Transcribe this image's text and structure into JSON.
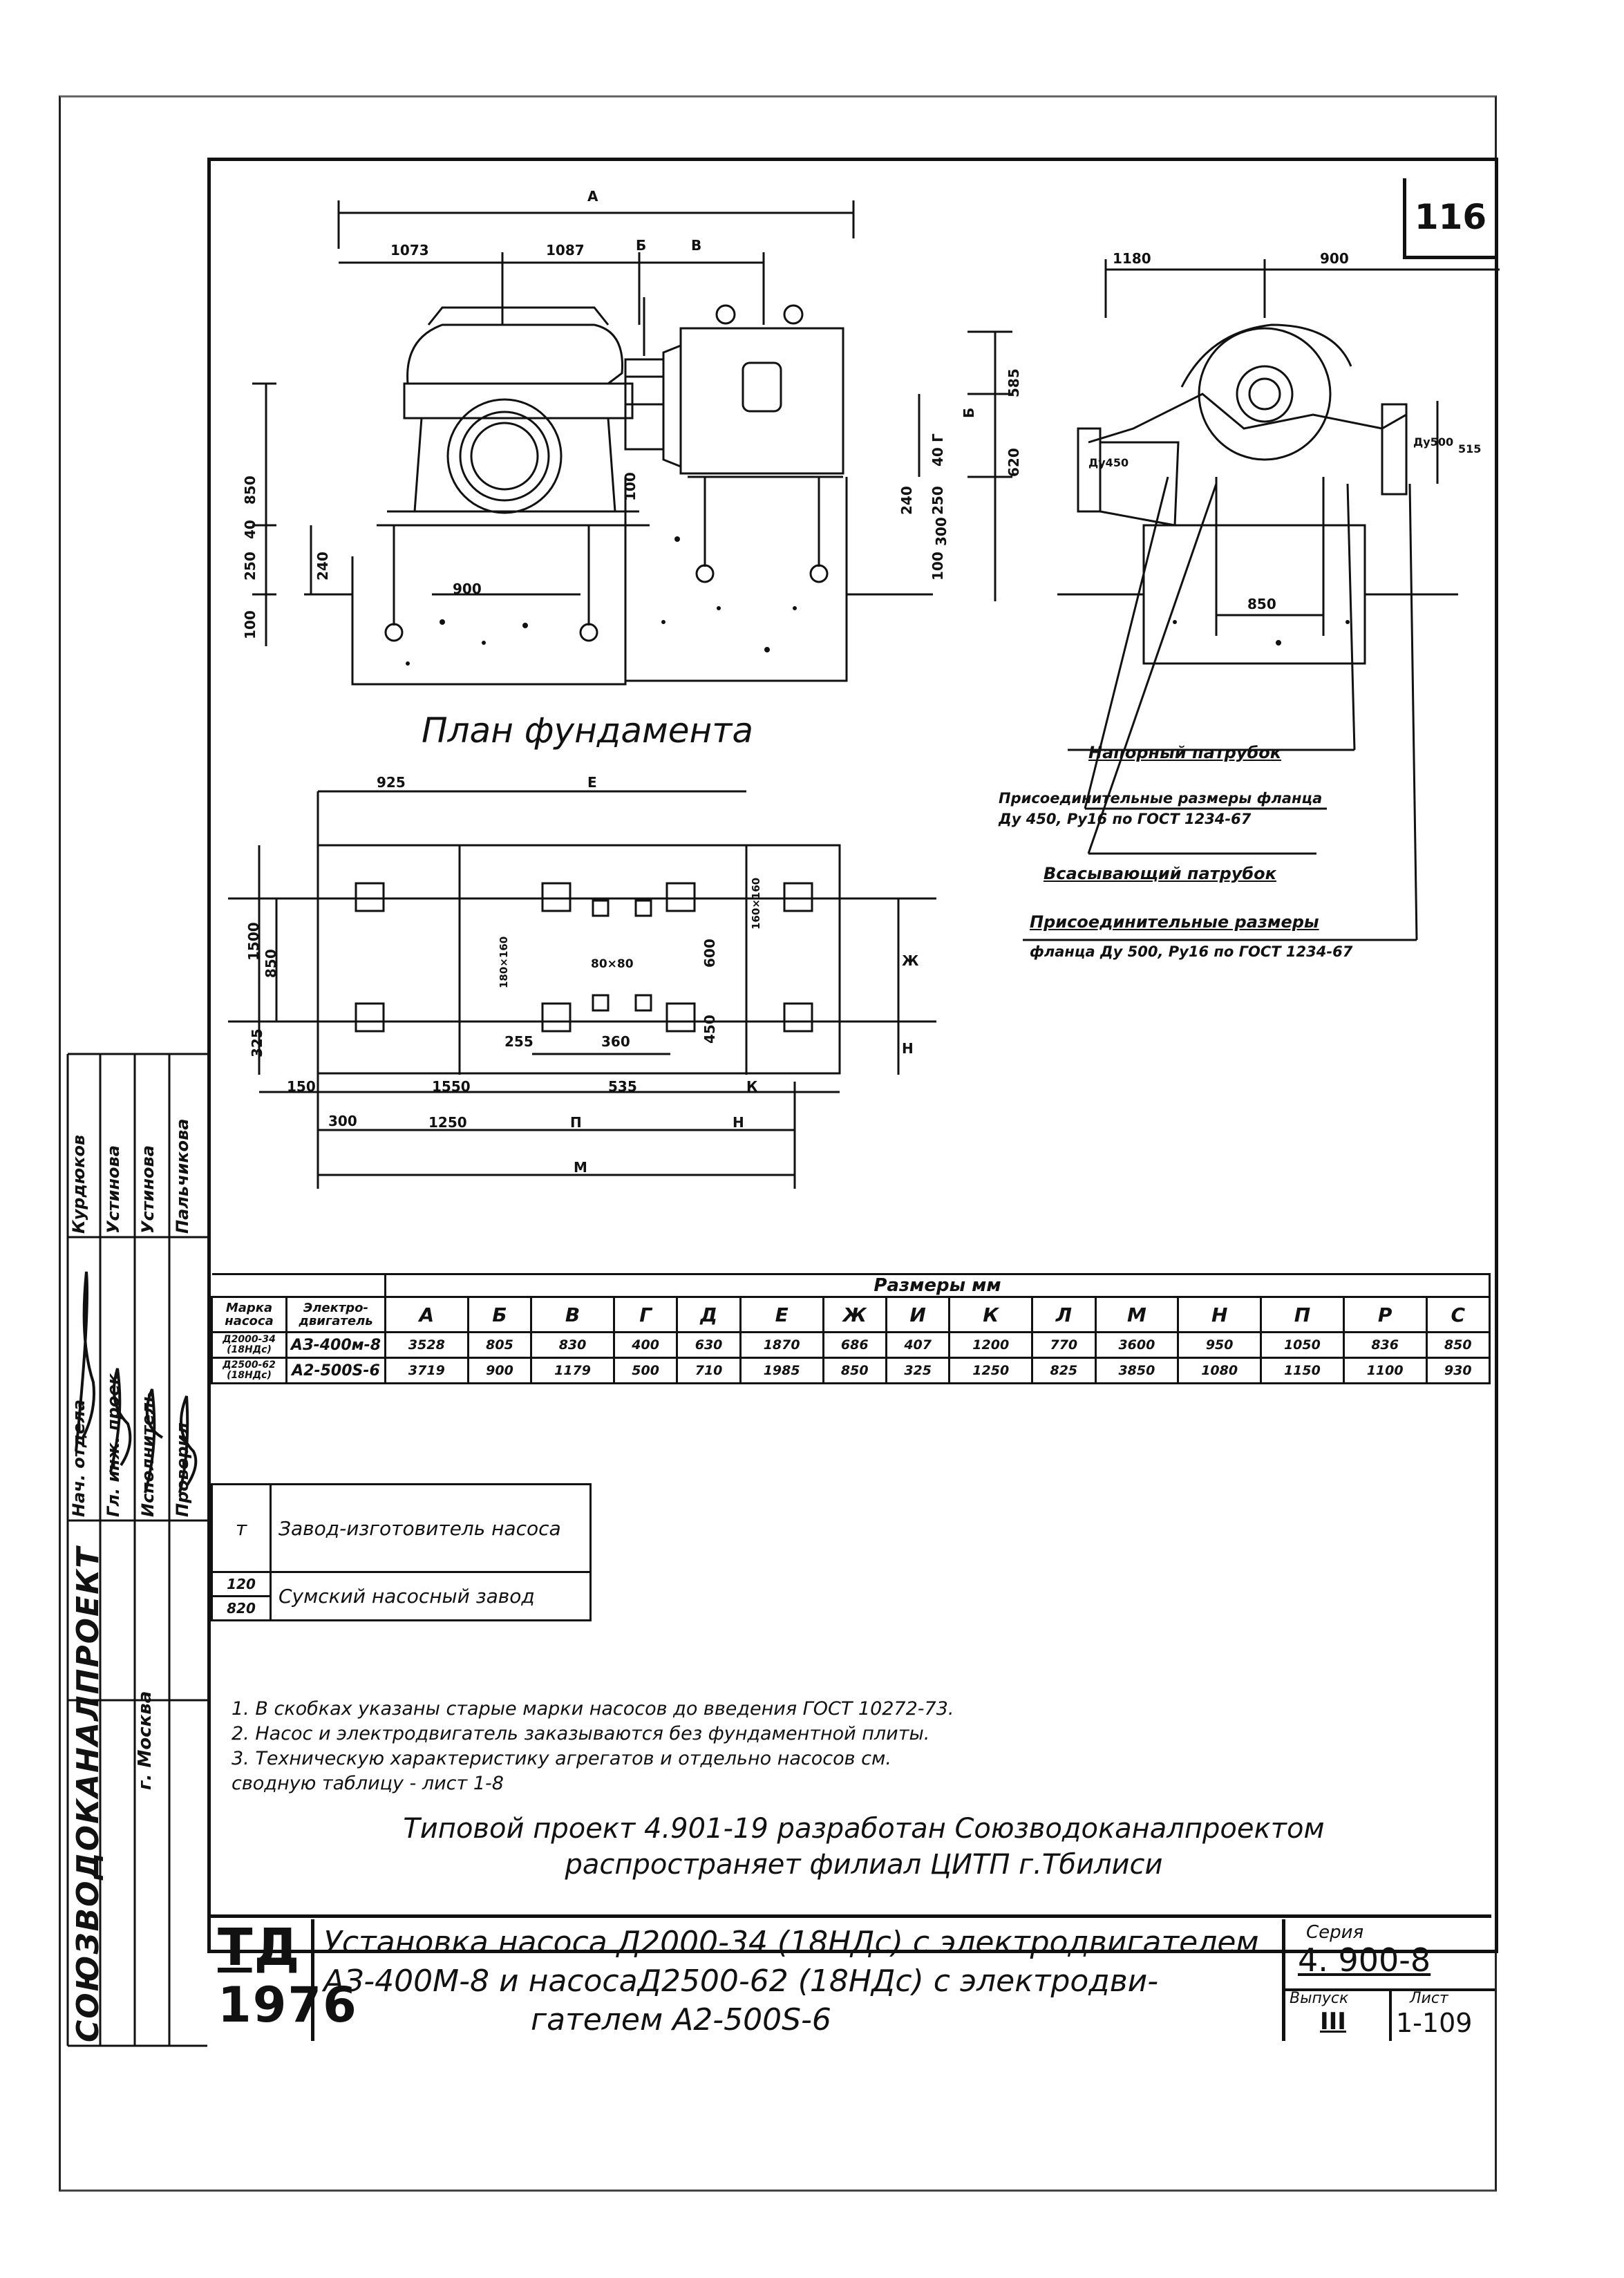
{
  "sheet_number": "116",
  "top_view": {
    "dims_top": [
      "А",
      "1073",
      "1087",
      "Б",
      "В"
    ],
    "dims_side": [
      "585",
      "620",
      "Б",
      "40",
      "Г",
      "240",
      "250",
      "100",
      "850",
      "40",
      "250",
      "240",
      "100",
      "300",
      "100"
    ],
    "dim_900": "900",
    "right_dims": [
      "1180",
      "900",
      "Ду450",
      "Ду500",
      "515",
      "850"
    ]
  },
  "plan_title": "План фундамента",
  "plan_dims": {
    "d925": "925",
    "E": "Е",
    "d1500": "1500",
    "d850": "850",
    "d325": "325",
    "d180": "180×160",
    "d80": "80×80",
    "d600": "600",
    "d160": "160×160",
    "Zh": "Ж",
    "d255": "255",
    "d360": "360",
    "d450": "450",
    "N_side": "Н",
    "d150": "150",
    "d1550": "1550",
    "d535": "535",
    "K": "К",
    "d300": "300",
    "d1250": "1250",
    "P": "П",
    "N": "Н",
    "M": "М"
  },
  "callouts": [
    "Напорный патрубок",
    "Присоединительные размеры фланца Ду 450, Ру16 по ГОСТ 1234-67",
    "Всасывающий патрубок",
    "Присоединительные размеры",
    "фланца Ду 500, Ру16 по ГОСТ 1234-67"
  ],
  "side_stamp": {
    "org": "СОЮЗВОДОКАНАЛПРОЕКТ",
    "city": "г. Москва",
    "roles": [
      "Нач. отдела",
      "Гл. инж. проек.",
      "Исполнитель",
      "Проверил"
    ],
    "names": [
      "Курдюков",
      "Устинова",
      "Устинова",
      "Пальчикова"
    ]
  },
  "dims_table": {
    "header": "Размеры мм",
    "col_pump": "Марка насоса",
    "col_motor": "Электро- двигатель",
    "columns": [
      "А",
      "Б",
      "В",
      "Г",
      "Д",
      "Е",
      "Ж",
      "И",
      "К",
      "Л",
      "М",
      "Н",
      "П",
      "Р",
      "С"
    ],
    "rows": [
      {
        "pump": "Д2000-34 (18НДс)",
        "motor": "АЗ-400м-8",
        "values": [
          "3528",
          "805",
          "830",
          "400",
          "630",
          "1870",
          "686",
          "407",
          "1200",
          "770",
          "3600",
          "950",
          "1050",
          "836",
          "850"
        ]
      },
      {
        "pump": "Д2500-62 (18НДс)",
        "motor": "А2-500S-6",
        "values": [
          "3719",
          "900",
          "1179",
          "500",
          "710",
          "1985",
          "850",
          "325",
          "1250",
          "825",
          "3850",
          "1080",
          "1150",
          "1100",
          "930"
        ]
      }
    ]
  },
  "maker_table": {
    "header_code": "т",
    "header": "Завод-изготовитель насоса",
    "rows": [
      {
        "code": "120",
        "name": ""
      },
      {
        "code": "820",
        "name": "Сумский насосный завод"
      }
    ]
  },
  "notes": [
    "1.  В скобках указаны старые марки насосов до введения ГОСТ 10272-73.",
    "2.  Насос и электродвигатель заказываются без фундаментной плиты.",
    "3.  Техническую характеристику агрегатов и отдельно насосов см.",
    "     сводную таблицу - лист 1-8"
  ],
  "typical_project": [
    "Типовой проект 4.901-19 разработан Союзводоканалпроектом",
    "распространяет филиал ЦИТП г.Тбилиси"
  ],
  "stamp": {
    "td": "ТД",
    "year": "1976",
    "title_lines": [
      "Установка насоса Д2000-34 (18НДс) с электродвигателем",
      "АЗ-400М-8 и насосаД2500-62 (18НДс) с электродви-",
      "гателем А2-500S-6"
    ],
    "seria_label": "Серия",
    "seria": "4. 900-8",
    "vypusk_label": "Выпуск",
    "vypusk": "III",
    "list_label": "Лист",
    "list": "1-109"
  }
}
